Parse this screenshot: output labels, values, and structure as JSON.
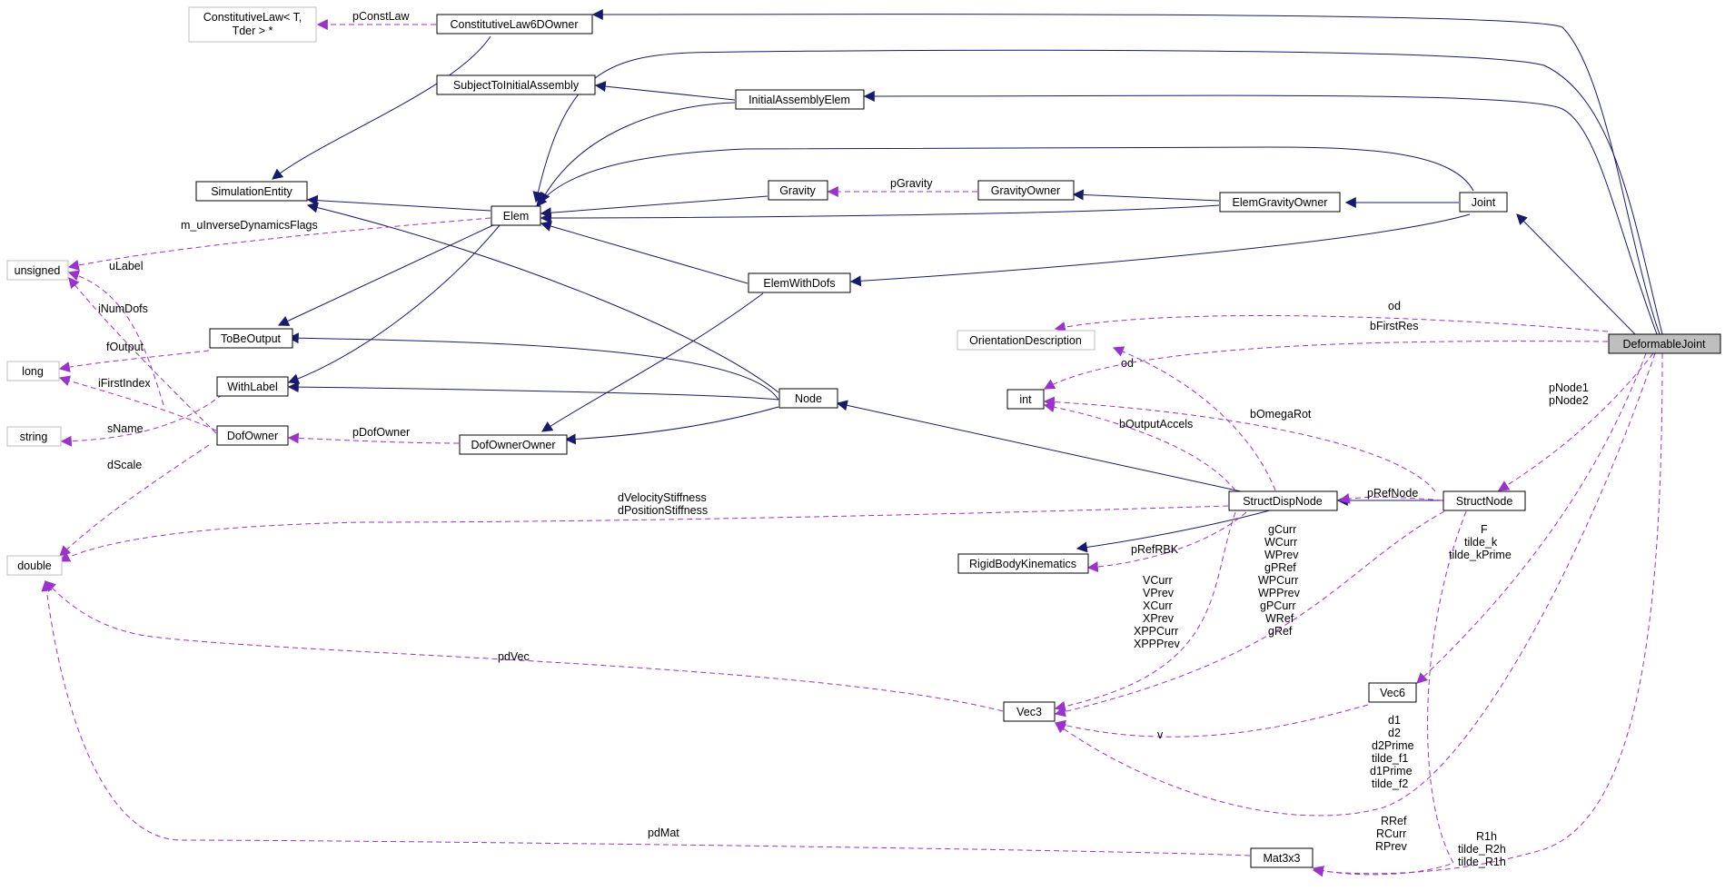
{
  "colors": {
    "inheritance": "#191970",
    "usage": "#9a32cd",
    "node_border": "#000000",
    "external_border": "#bfbfbf",
    "highlight_fill": "#bfbfbf"
  },
  "nodes": [
    {
      "id": "ConstitutiveLaw",
      "lines": [
        "ConstitutiveLaw< T,",
        "Tder > *"
      ],
      "external": true
    },
    {
      "id": "ConstitutiveLaw6DOwner",
      "lines": [
        "ConstitutiveLaw6DOwner"
      ]
    },
    {
      "id": "SubjectToInitialAssembly",
      "lines": [
        "SubjectToInitialAssembly"
      ]
    },
    {
      "id": "InitialAssemblyElem",
      "lines": [
        "InitialAssemblyElem"
      ]
    },
    {
      "id": "SimulationEntity",
      "lines": [
        "SimulationEntity"
      ]
    },
    {
      "id": "Elem",
      "lines": [
        "Elem"
      ]
    },
    {
      "id": "Gravity",
      "lines": [
        "Gravity"
      ]
    },
    {
      "id": "GravityOwner",
      "lines": [
        "GravityOwner"
      ]
    },
    {
      "id": "ElemGravityOwner",
      "lines": [
        "ElemGravityOwner"
      ]
    },
    {
      "id": "Joint",
      "lines": [
        "Joint"
      ]
    },
    {
      "id": "unsigned",
      "lines": [
        "unsigned"
      ],
      "external": true
    },
    {
      "id": "ElemWithDofs",
      "lines": [
        "ElemWithDofs"
      ]
    },
    {
      "id": "ToBeOutput",
      "lines": [
        "ToBeOutput"
      ]
    },
    {
      "id": "long",
      "lines": [
        "long"
      ],
      "external": true
    },
    {
      "id": "WithLabel",
      "lines": [
        "WithLabel"
      ]
    },
    {
      "id": "OrientationDescription",
      "lines": [
        "OrientationDescription"
      ],
      "external": true
    },
    {
      "id": "DeformableJoint",
      "lines": [
        "DeformableJoint"
      ],
      "highlight": true
    },
    {
      "id": "int",
      "lines": [
        "int"
      ]
    },
    {
      "id": "Node",
      "lines": [
        "Node"
      ]
    },
    {
      "id": "string",
      "lines": [
        "string"
      ],
      "external": true
    },
    {
      "id": "DofOwner",
      "lines": [
        "DofOwner"
      ]
    },
    {
      "id": "DofOwnerOwner",
      "lines": [
        "DofOwnerOwner"
      ]
    },
    {
      "id": "StructDispNode",
      "lines": [
        "StructDispNode"
      ]
    },
    {
      "id": "StructNode",
      "lines": [
        "StructNode"
      ]
    },
    {
      "id": "double",
      "lines": [
        "double"
      ],
      "external": true
    },
    {
      "id": "RigidBodyKinematics",
      "lines": [
        "RigidBodyKinematics"
      ]
    },
    {
      "id": "Vec6",
      "lines": [
        "Vec6"
      ]
    },
    {
      "id": "Vec3",
      "lines": [
        "Vec3"
      ]
    },
    {
      "id": "Mat3x3",
      "lines": [
        "Mat3x3"
      ]
    }
  ],
  "edges": [
    {
      "id": "ConstitutiveLaw6DOwner->DeformableJoint",
      "from": "ConstitutiveLaw6DOwner",
      "to": "DeformableJoint",
      "kind": "inherit"
    },
    {
      "id": "Elem->DeformableJoint",
      "from": "Elem",
      "to": "DeformableJoint",
      "kind": "inherit"
    },
    {
      "id": "SubjectToInitialAssembly->InitialAssemblyElem",
      "from": "SubjectToInitialAssembly",
      "to": "InitialAssemblyElem",
      "kind": "inherit"
    },
    {
      "id": "InitialAssemblyElem->DeformableJoint",
      "from": "InitialAssemblyElem",
      "to": "DeformableJoint",
      "kind": "inherit"
    },
    {
      "id": "Elem->InitialAssemblyElem",
      "from": "Elem",
      "to": "InitialAssemblyElem",
      "kind": "inherit"
    },
    {
      "id": "SimulationEntity->ConstitutiveLaw6DOwner",
      "from": "SimulationEntity",
      "to": "ConstitutiveLaw6DOwner",
      "kind": "inherit"
    },
    {
      "id": "SimulationEntity->Elem",
      "from": "SimulationEntity",
      "to": "Elem",
      "kind": "inherit"
    },
    {
      "id": "SimulationEntity->Node",
      "from": "SimulationEntity",
      "to": "Node",
      "kind": "inherit"
    },
    {
      "id": "Elem->Joint",
      "from": "Elem",
      "to": "Joint",
      "kind": "inherit"
    },
    {
      "id": "Elem->Gravity",
      "from": "Elem",
      "to": "Gravity",
      "kind": "inherit"
    },
    {
      "id": "Elem->ElemGravityOwner",
      "from": "Elem",
      "to": "ElemGravityOwner",
      "kind": "inherit"
    },
    {
      "id": "Elem->ElemWithDofs",
      "from": "Elem",
      "to": "ElemWithDofs",
      "kind": "inherit"
    },
    {
      "id": "GravityOwner->ElemGravityOwner",
      "from": "GravityOwner",
      "to": "ElemGravityOwner",
      "kind": "inherit"
    },
    {
      "id": "ElemGravityOwner->Joint",
      "from": "ElemGravityOwner",
      "to": "Joint",
      "kind": "inherit"
    },
    {
      "id": "ElemWithDofs->Joint",
      "from": "ElemWithDofs",
      "to": "Joint",
      "kind": "inherit"
    },
    {
      "id": "Joint->DeformableJoint",
      "from": "Joint",
      "to": "DeformableJoint",
      "kind": "inherit"
    },
    {
      "id": "ToBeOutput->Elem",
      "from": "ToBeOutput",
      "to": "Elem",
      "kind": "inherit"
    },
    {
      "id": "ToBeOutput->Node",
      "from": "ToBeOutput",
      "to": "Node",
      "kind": "inherit"
    },
    {
      "id": "WithLabel->Elem",
      "from": "WithLabel",
      "to": "Elem",
      "kind": "inherit"
    },
    {
      "id": "WithLabel->Node",
      "from": "WithLabel",
      "to": "Node",
      "kind": "inherit"
    },
    {
      "id": "DofOwnerOwner->ElemWithDofs",
      "from": "DofOwnerOwner",
      "to": "ElemWithDofs",
      "kind": "inherit"
    },
    {
      "id": "DofOwnerOwner->Node",
      "from": "DofOwnerOwner",
      "to": "Node",
      "kind": "inherit"
    },
    {
      "id": "Node->StructDispNode",
      "from": "Node",
      "to": "StructDispNode",
      "kind": "inherit"
    },
    {
      "id": "StructDispNode->StructNode",
      "from": "StructDispNode",
      "to": "StructNode",
      "kind": "inherit"
    },
    {
      "id": "RigidBodyKinematics->StructDispNode",
      "from": "RigidBodyKinematics",
      "to": "StructDispNode",
      "kind": "inherit"
    },
    {
      "id": "ConstitutiveLaw6DOwner-pConstLaw",
      "kind": "use",
      "label": [
        "pConstLaw"
      ]
    },
    {
      "id": "GravityOwner-pGravity",
      "kind": "use",
      "label": [
        "pGravity"
      ]
    },
    {
      "id": "Elem-m_uInverseDynamicsFlags",
      "kind": "use",
      "label": [
        "m_uInverseDynamicsFlags"
      ]
    },
    {
      "id": "WithLabel-uLabel",
      "kind": "use",
      "label": [
        "uLabel"
      ]
    },
    {
      "id": "DofOwner-iNumDofs",
      "kind": "use",
      "label": [
        "iNumDofs"
      ]
    },
    {
      "id": "ToBeOutput-fOutput",
      "kind": "use",
      "label": [
        "fOutput"
      ]
    },
    {
      "id": "DofOwner-iFirstIndex",
      "kind": "use",
      "label": [
        "iFirstIndex"
      ]
    },
    {
      "id": "WithLabel-sName",
      "kind": "use",
      "label": [
        "sName"
      ]
    },
    {
      "id": "DofOwnerOwner-pDofOwner",
      "kind": "use",
      "label": [
        "pDofOwner"
      ]
    },
    {
      "id": "DofOwner-dScale",
      "kind": "use",
      "label": [
        "dScale"
      ]
    },
    {
      "id": "DeformableJoint-od",
      "kind": "use",
      "label": [
        "od"
      ]
    },
    {
      "id": "StructDispNode-od",
      "kind": "use",
      "label": [
        "od"
      ]
    },
    {
      "id": "DeformableJoint-bFirstRes",
      "kind": "use",
      "label": [
        "bFirstRes"
      ]
    },
    {
      "id": "StructDispNode-bOutputAccels",
      "kind": "use",
      "label": [
        "bOutputAccels"
      ]
    },
    {
      "id": "StructNode-bOmegaRot",
      "kind": "use",
      "label": [
        "bOmegaRot"
      ]
    },
    {
      "id": "DeformableJoint-pNode",
      "kind": "use",
      "label": [
        "pNode1",
        "pNode2"
      ]
    },
    {
      "id": "StructNode-pRefNode",
      "kind": "use",
      "label": [
        "pRefNode"
      ]
    },
    {
      "id": "DeformableJoint-stiffness",
      "kind": "use",
      "label": [
        "dVelocityStiffness",
        "dPositionStiffness"
      ]
    },
    {
      "id": "StructDispNode-pRefRBK",
      "kind": "use",
      "label": [
        "pRefRBK"
      ]
    },
    {
      "id": "StructDispNode-VCurr",
      "kind": "use",
      "label": [
        "VCurr",
        "VPrev",
        "XCurr",
        "XPrev",
        "XPPCurr",
        "XPPPrev"
      ]
    },
    {
      "id": "StructNode-gCurr",
      "kind": "use",
      "label": [
        "gCurr",
        "WCurr",
        "WPrev",
        "gPRef",
        "WPCurr",
        "WPPrev",
        "gPCurr",
        "WRef",
        "gRef"
      ]
    },
    {
      "id": "DeformableJoint-F",
      "kind": "use",
      "label": [
        "F",
        "tilde_k",
        "tilde_kPrime"
      ]
    },
    {
      "id": "Vec3-pdVec",
      "kind": "use",
      "label": [
        "pdVec"
      ]
    },
    {
      "id": "Vec6-v",
      "kind": "use",
      "label": [
        "v"
      ]
    },
    {
      "id": "DeformableJoint-d1",
      "kind": "use",
      "label": [
        "d1",
        "d2",
        "d2Prime",
        "tilde_f1",
        "d1Prime",
        "tilde_f2"
      ]
    },
    {
      "id": "Mat3x3-pdMat",
      "kind": "use",
      "label": [
        "pdMat"
      ]
    },
    {
      "id": "StructNode-RRef",
      "kind": "use",
      "label": [
        "RRef",
        "RCurr",
        "RPrev"
      ]
    },
    {
      "id": "DeformableJoint-R1h",
      "kind": "use",
      "label": [
        "R1h",
        "tilde_R2h",
        "tilde_R1h"
      ]
    }
  ]
}
